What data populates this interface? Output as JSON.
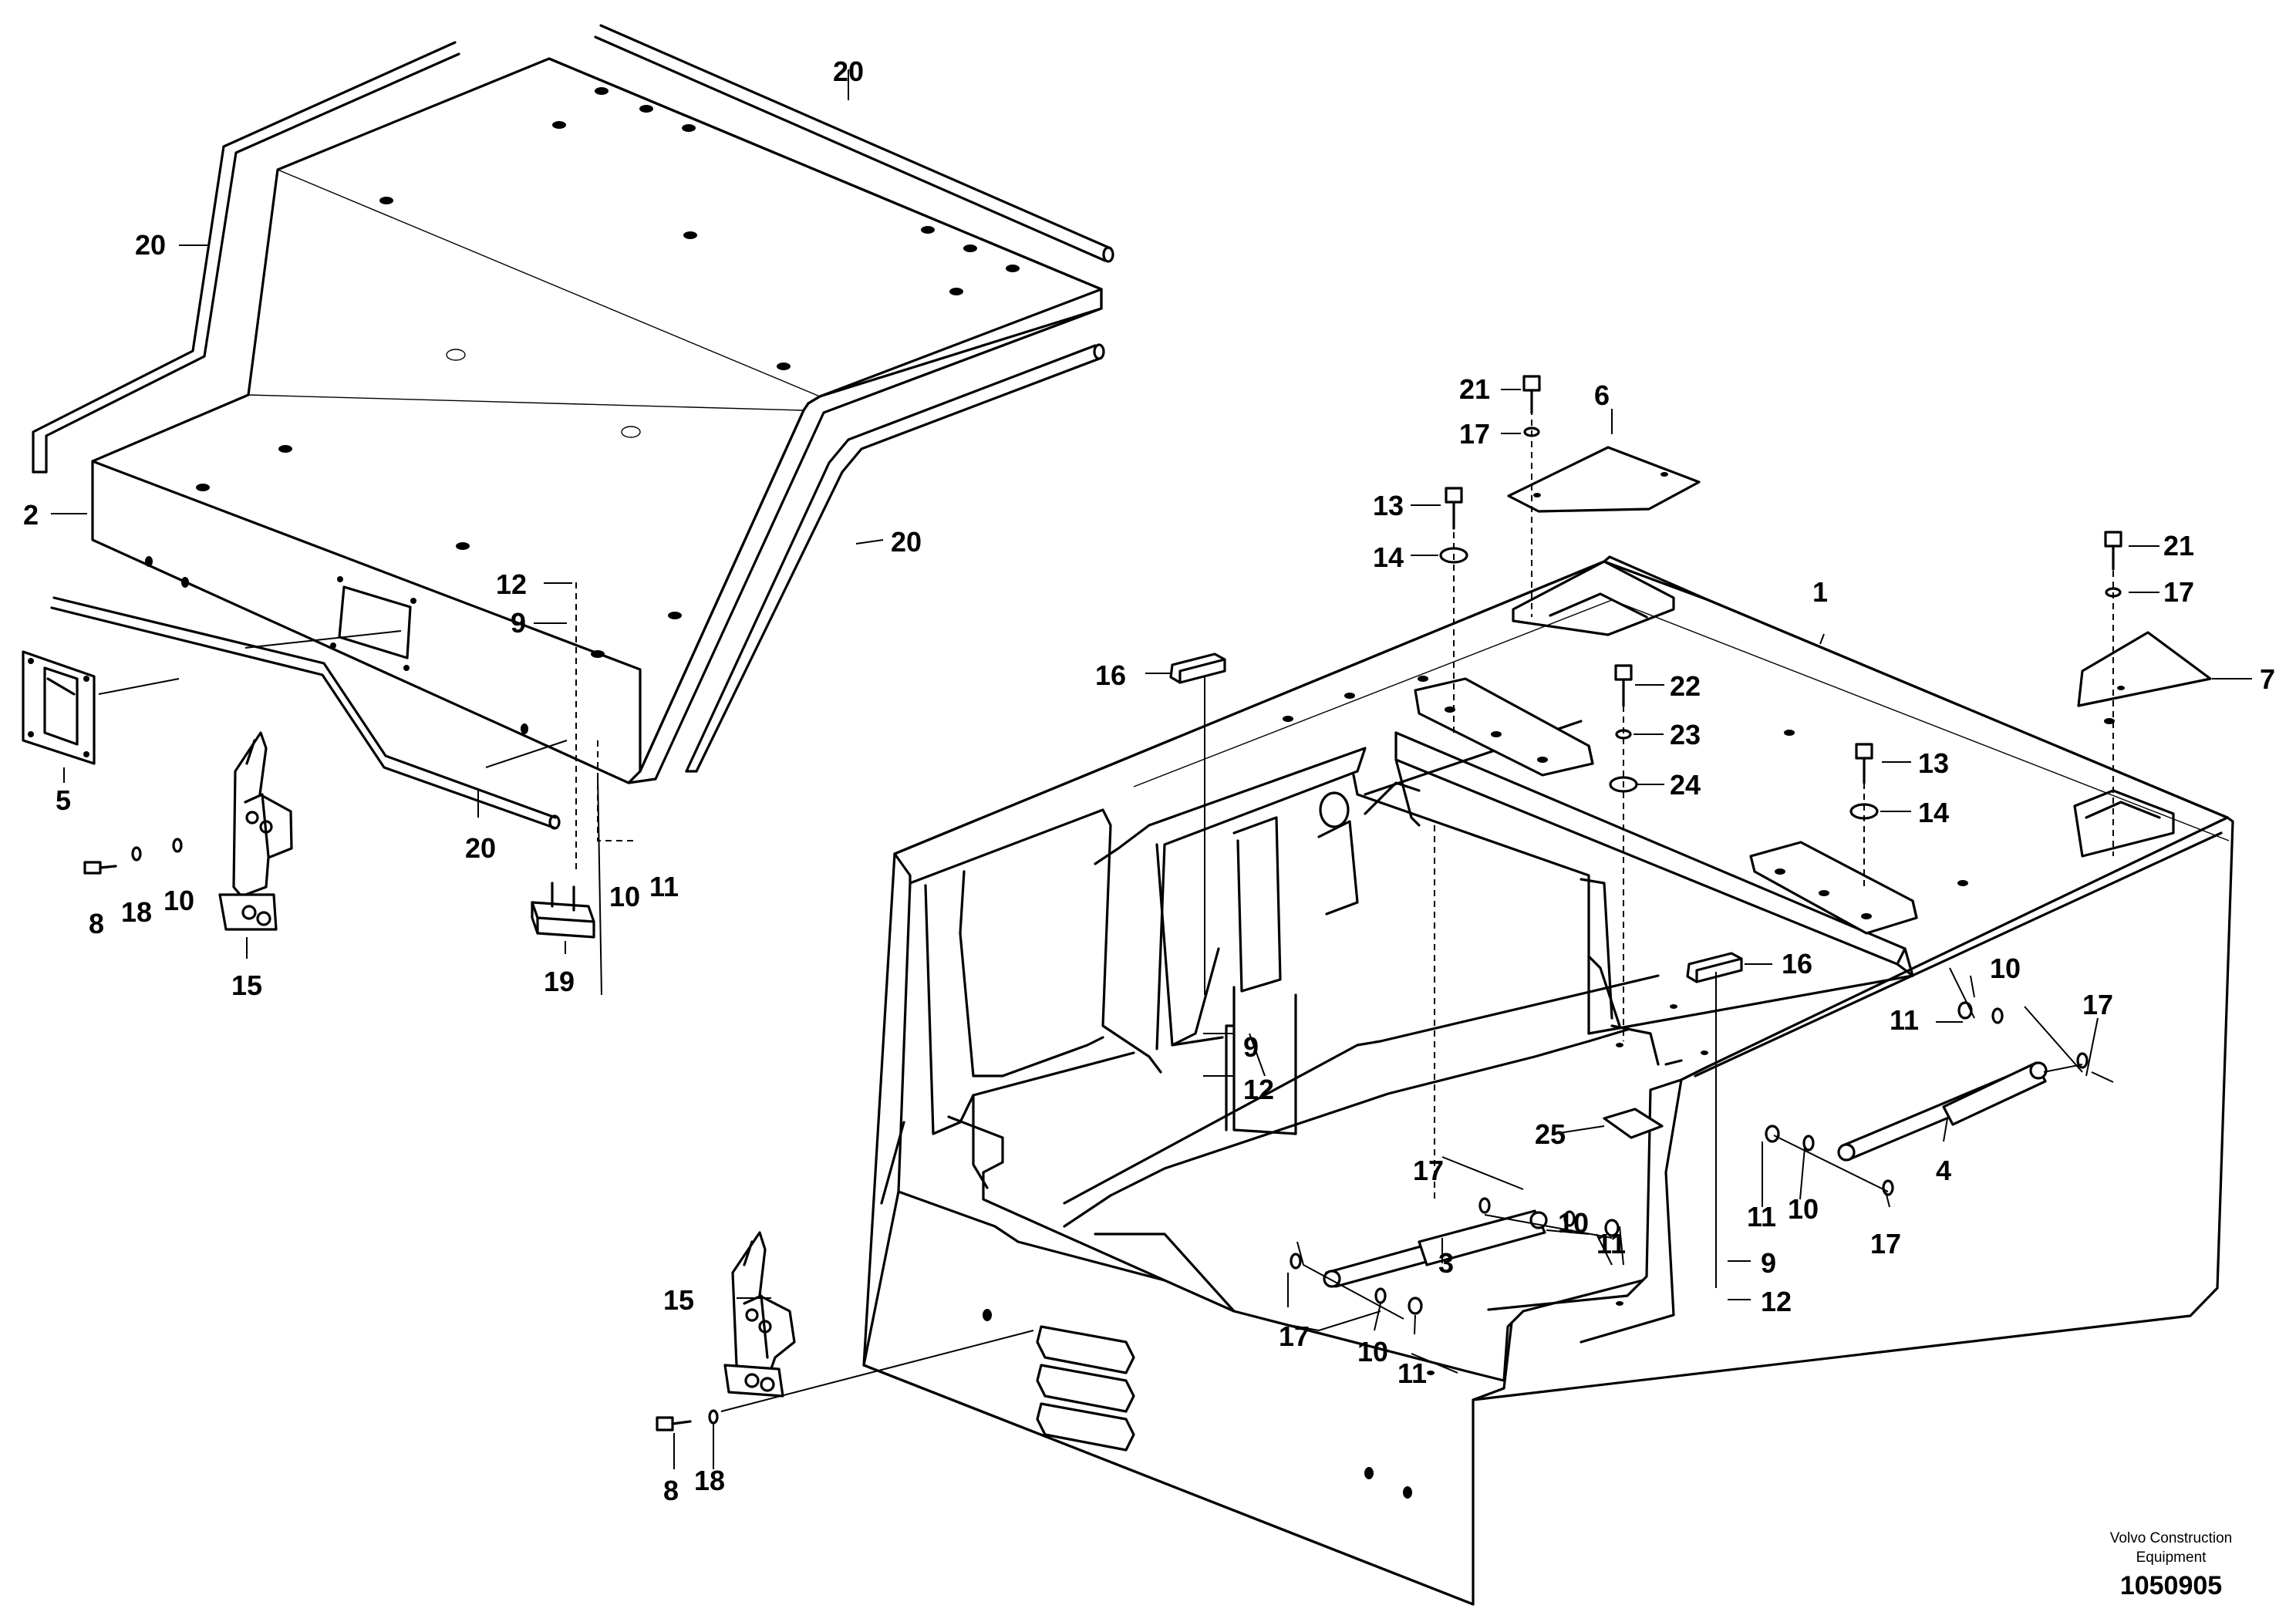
{
  "diagram": {
    "callouts": [
      {
        "id": "c20a",
        "label": "20"
      },
      {
        "id": "c20b",
        "label": "20"
      },
      {
        "id": "c20c",
        "label": "20"
      },
      {
        "id": "c20d",
        "label": "20"
      },
      {
        "id": "c2",
        "label": "2"
      },
      {
        "id": "c5",
        "label": "5"
      },
      {
        "id": "c8a",
        "label": "8"
      },
      {
        "id": "c18a",
        "label": "18"
      },
      {
        "id": "c10a",
        "label": "10"
      },
      {
        "id": "c15a",
        "label": "15"
      },
      {
        "id": "c12a",
        "label": "12"
      },
      {
        "id": "c9a",
        "label": "9"
      },
      {
        "id": "c10b",
        "label": "10"
      },
      {
        "id": "c11a",
        "label": "11"
      },
      {
        "id": "c19",
        "label": "19"
      },
      {
        "id": "c21a",
        "label": "21"
      },
      {
        "id": "c17a",
        "label": "17"
      },
      {
        "id": "c6",
        "label": "6"
      },
      {
        "id": "c13a",
        "label": "13"
      },
      {
        "id": "c14a",
        "label": "14"
      },
      {
        "id": "c16a",
        "label": "16"
      },
      {
        "id": "c22",
        "label": "22"
      },
      {
        "id": "c23",
        "label": "23"
      },
      {
        "id": "c24",
        "label": "24"
      },
      {
        "id": "c1",
        "label": "1"
      },
      {
        "id": "c21b",
        "label": "21"
      },
      {
        "id": "c17b",
        "label": "17"
      },
      {
        "id": "c7",
        "label": "7"
      },
      {
        "id": "c13b",
        "label": "13"
      },
      {
        "id": "c14b",
        "label": "14"
      },
      {
        "id": "c16b",
        "label": "16"
      },
      {
        "id": "c10c",
        "label": "10"
      },
      {
        "id": "c11b",
        "label": "11"
      },
      {
        "id": "c17c",
        "label": "17"
      },
      {
        "id": "c9b",
        "label": "9"
      },
      {
        "id": "c12b",
        "label": "12"
      },
      {
        "id": "c25",
        "label": "25"
      },
      {
        "id": "c17d",
        "label": "17"
      },
      {
        "id": "c10d",
        "label": "10"
      },
      {
        "id": "c11c",
        "label": "11"
      },
      {
        "id": "c3",
        "label": "3"
      },
      {
        "id": "c4",
        "label": "4"
      },
      {
        "id": "c11d",
        "label": "11"
      },
      {
        "id": "c10e",
        "label": "10"
      },
      {
        "id": "c17e",
        "label": "17"
      },
      {
        "id": "c9c",
        "label": "9"
      },
      {
        "id": "c12c",
        "label": "12"
      },
      {
        "id": "c17f",
        "label": "17"
      },
      {
        "id": "c10f",
        "label": "10"
      },
      {
        "id": "c11e",
        "label": "11"
      },
      {
        "id": "c15b",
        "label": "15"
      },
      {
        "id": "c8b",
        "label": "8"
      },
      {
        "id": "c18b",
        "label": "18"
      }
    ]
  },
  "footer": {
    "brand_line1": "Volvo Construction",
    "brand_line2": "Equipment",
    "drawing_number": "1050905"
  }
}
